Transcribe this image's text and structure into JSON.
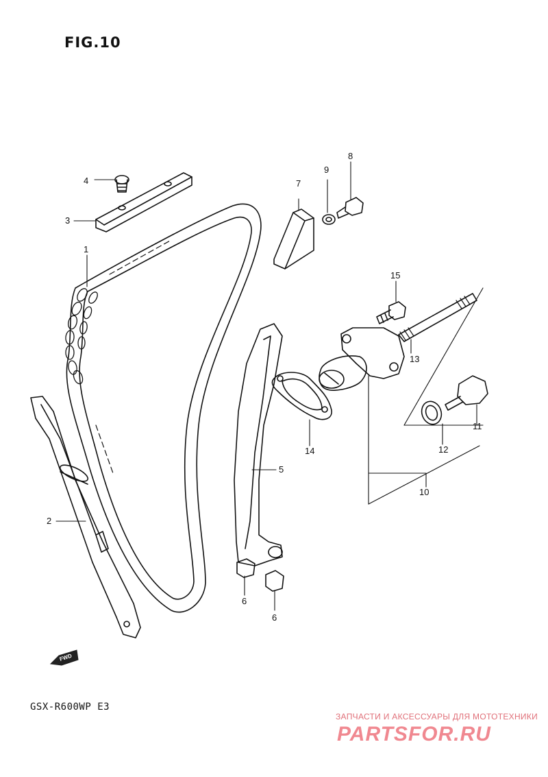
{
  "figure": {
    "title": "FIG.10"
  },
  "model_code": "GSX-R600WP E3",
  "direction_marker": "FWD",
  "watermark": {
    "tagline": "ЗАПЧАСТИ И АКСЕССУАРЫ ДЛЯ МОТОТЕХНИКИ",
    "logo": "PARTSFOR.RU"
  },
  "callouts": [
    "1",
    "2",
    "3",
    "4",
    "5",
    "6",
    "6",
    "7",
    "8",
    "9",
    "10",
    "11",
    "12",
    "13",
    "14",
    "15"
  ]
}
